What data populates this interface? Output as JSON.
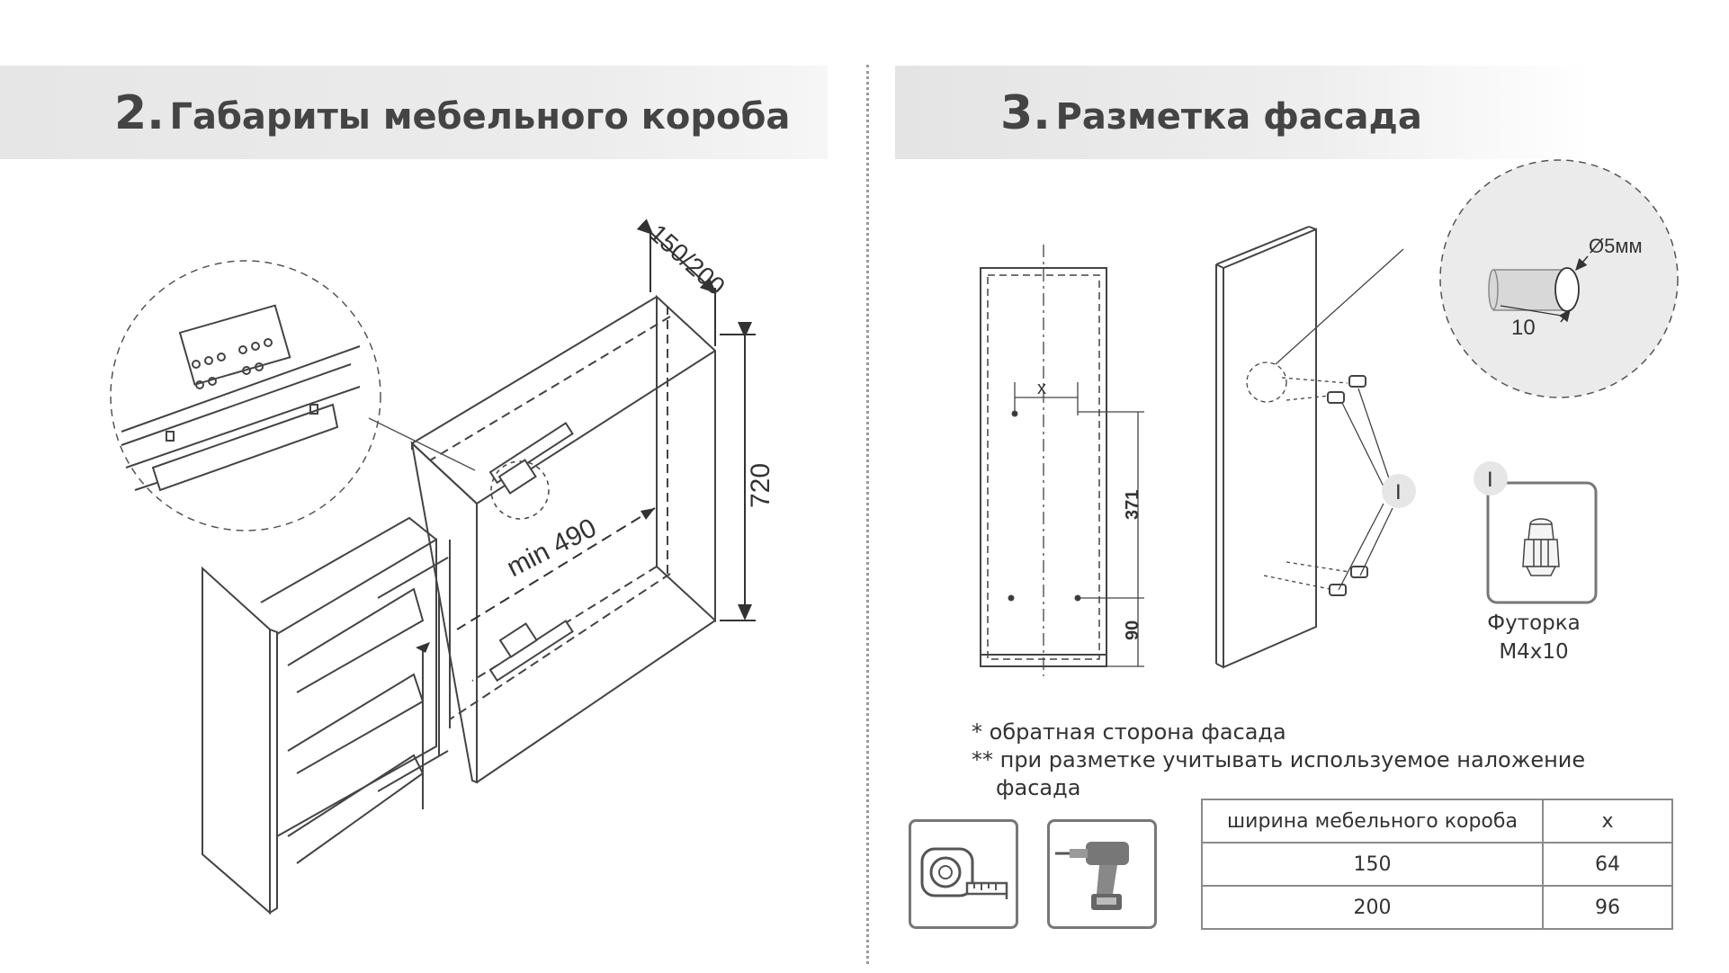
{
  "section_left": {
    "number": "2.",
    "title": "Габариты мебельного короба",
    "dim_width": "150/200",
    "dim_height": "720",
    "dim_depth": "min 490"
  },
  "section_right": {
    "number": "3.",
    "title": "Разметка фасада",
    "marking": {
      "x_label": "x",
      "dim_371": "371",
      "dim_90": "90"
    },
    "detail": {
      "diameter": "Ø5мм",
      "depth": "10"
    },
    "callout": "I",
    "part": {
      "callout": "I",
      "name_line1": "Футорка",
      "name_line2": "M4x10"
    },
    "notes": [
      "* обратная сторона фасада",
      "** при разметке учитывать используемое наложение",
      "фасада"
    ],
    "table": {
      "headers": [
        "ширина мебельного короба",
        "x"
      ],
      "rows": [
        [
          "150",
          "64"
        ],
        [
          "200",
          "96"
        ]
      ]
    },
    "icons": [
      "tape-measure-icon",
      "drill-icon"
    ]
  }
}
